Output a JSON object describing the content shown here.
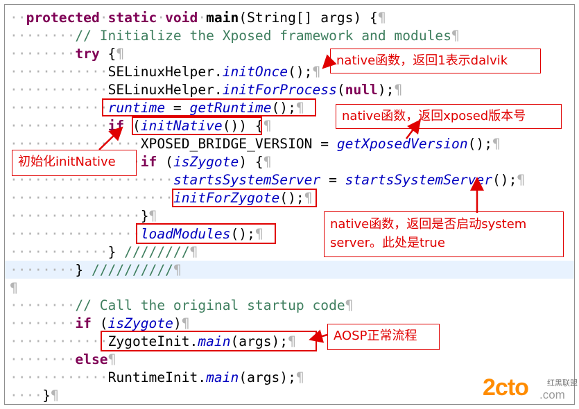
{
  "code": {
    "l1_kw1": "protected",
    "l1_kw2": "static",
    "l1_kw3": "void",
    "l1_name": "main",
    "l1_rest": "(String[] args) {",
    "l2_comment": "// Initialize the Xposed framework and modules",
    "l3_try": "try",
    "l3_rest": " {",
    "l4_cls": "SELinuxHelper.",
    "l4_m": "initOnce",
    "l4_rest": "();",
    "l5_cls": "SELinuxHelper.",
    "l5_m": "initForProcess",
    "l5_null": "null",
    "l5_rest": ");",
    "l6_var": "runtime",
    "l6_eq": " = ",
    "l6_m": "getRuntime",
    "l6_rest": "();",
    "l7_if": "if",
    "l7_m": "initNative",
    "l7_rest": "()) {",
    "l8_const": "XPOSED_BRIDGE_VERSION",
    "l8_eq": " = ",
    "l8_m": "getXposedVersion",
    "l8_rest": "();",
    "l9_if": "if",
    "l9_var": "isZygote",
    "l9_rest": ") {",
    "l10_var": "startsSystemServer",
    "l10_eq": " = ",
    "l10_m": "startsSystemServer",
    "l10_rest": "();",
    "l11_m": "initForZygote",
    "l11_rest": "();",
    "l12_close": "}",
    "l13_m": "loadModules",
    "l13_rest": "();",
    "l14_close": "}",
    "l14_slashes": "////////",
    "l15_close": "}",
    "l15_slashes": "//////////",
    "l17_comment": "// Call the original startup code",
    "l18_if": "if",
    "l18_var": "isZygote",
    "l18_rest": ")",
    "l19_cls": "ZygoteInit.",
    "l19_m": "main",
    "l19_rest": "(args);",
    "l20_else": "else",
    "l21_cls": "RuntimeInit.",
    "l21_m": "main",
    "l21_rest": "(args);",
    "l22_close": "}",
    "pilcrow": "¶"
  },
  "callouts": {
    "c1": "native函数，返回1表示dalvik",
    "c2": "native函数，返回xposed版本号",
    "c3_line1": "native函数，返回是否启动system",
    "c3_line2": "server。此处是true",
    "c4": "初始化initNative",
    "c5": "AOSP正常流程"
  },
  "watermark": {
    "main": "2cto",
    "suffix": ".com",
    "small": "红黑联盟"
  },
  "colors": {
    "keyword": "#7f0055",
    "comment": "#3f7f5f",
    "field": "#0000c0",
    "annotation": "#e00000",
    "highlight": "#e8f2fe"
  }
}
